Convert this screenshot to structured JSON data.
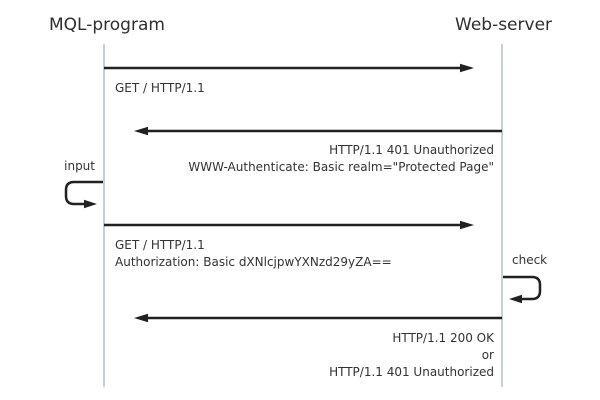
{
  "diagram": {
    "type": "sequence",
    "actors": [
      {
        "name": "MQL-program"
      },
      {
        "name": "Web-server"
      }
    ],
    "messages": [
      {
        "from": "MQL-program",
        "to": "Web-server",
        "lines": [
          "GET / HTTP/1.1"
        ]
      },
      {
        "from": "Web-server",
        "to": "MQL-program",
        "lines": [
          "HTTP/1.1 401 Unauthorized",
          "WWW-Authenticate: Basic realm=\"Protected Page\""
        ]
      },
      {
        "from": "MQL-program",
        "to": "Web-server",
        "lines": [
          "GET / HTTP/1.1",
          "Authorization: Basic dXNlcjpwYXNzd29yZA=="
        ]
      },
      {
        "from": "Web-server",
        "to": "MQL-program",
        "lines": [
          "HTTP/1.1 200 OK",
          "or",
          "HTTP/1.1 401 Unauthorized"
        ]
      }
    ],
    "self_actions": [
      {
        "actor": "MQL-program",
        "label": "input"
      },
      {
        "actor": "Web-server",
        "label": "check"
      }
    ],
    "colors": {
      "background": "#ffffff",
      "lifeline": "#c7d0d3",
      "arrow": "#212121",
      "text": "#333333"
    }
  }
}
